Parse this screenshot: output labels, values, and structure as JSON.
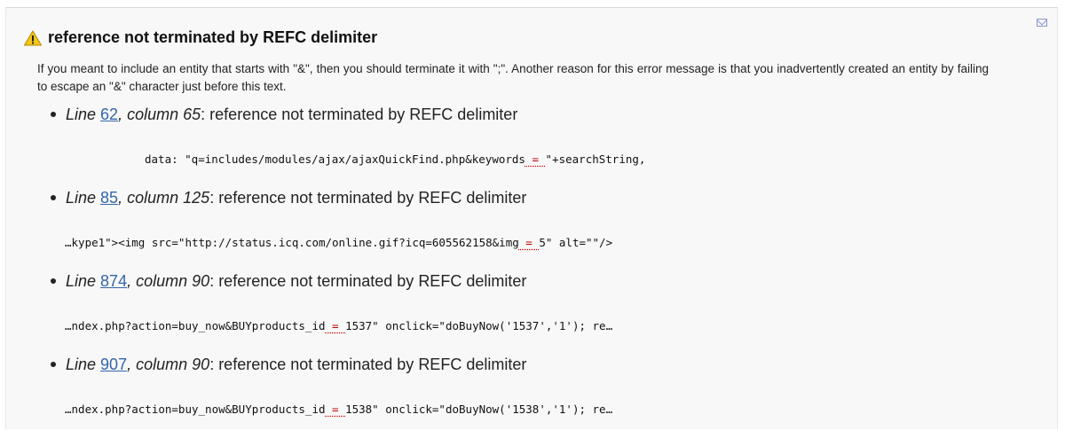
{
  "header": {
    "title": "reference not terminated by REFC delimiter"
  },
  "description": "If you meant to include an entity that starts with \"&\", then you should terminate it with \";\". Another reason for this error message is that you inadvertently created an entity by failing to escape an \"&\" character just before this text.",
  "labels": {
    "line": "Line",
    "column": "column"
  },
  "errors": [
    {
      "line": "62",
      "column": "65",
      "message": ": reference not terminated by REFC delimiter",
      "code_before": "data: \"q=includes/modules/ajax/ajaxQuickFind.php&keywords",
      "code_highlight": " = ",
      "code_after": "\"+searchString,"
    },
    {
      "line": "85",
      "column": "125",
      "message": ": reference not terminated by REFC delimiter",
      "code_before": "…kype1\"><img src=\"http://status.icq.com/online.gif?icq=605562158&img",
      "code_highlight": " = ",
      "code_after": "5\" alt=\"\"/>"
    },
    {
      "line": "874",
      "column": "90",
      "message": ": reference not terminated by REFC delimiter",
      "code_before": "…ndex.php?action=buy_now&BUYproducts_id",
      "code_highlight": " = ",
      "code_after": "1537\" onclick=\"doBuyNow('1537','1'); re…"
    },
    {
      "line": "907",
      "column": "90",
      "message": ": reference not terminated by REFC delimiter",
      "code_before": "…ndex.php?action=buy_now&BUYproducts_id",
      "code_highlight": " = ",
      "code_after": "1538\" onclick=\"doBuyNow('1538','1'); re…"
    }
  ],
  "icons": {
    "warning": "warning-triangle-icon",
    "mail": "mail-icon"
  },
  "colors": {
    "warning_fill": "#f5c518",
    "link": "#3366aa",
    "highlight": "#c00000"
  }
}
